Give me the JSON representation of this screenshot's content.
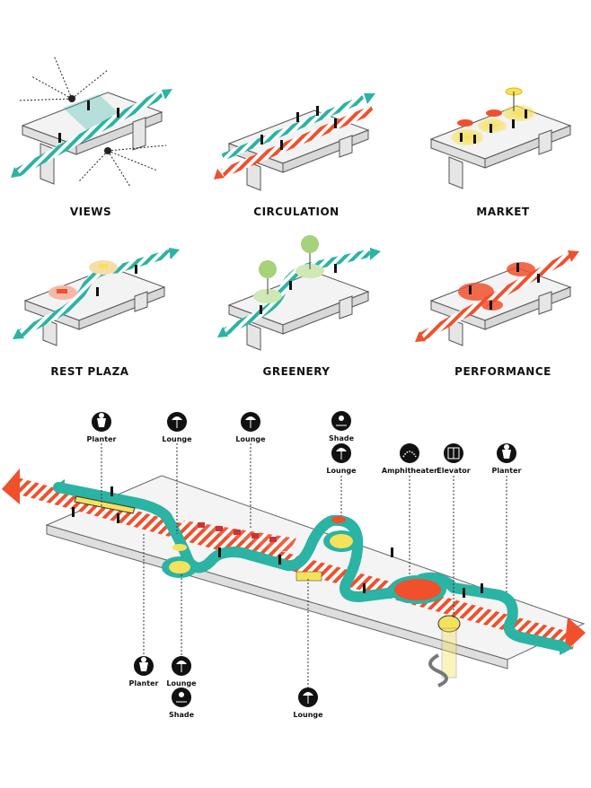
{
  "panels": [
    {
      "caption": "VIEWS"
    },
    {
      "caption": "CIRCULATION"
    },
    {
      "caption": "MARKET"
    },
    {
      "caption": "REST PLAZA"
    },
    {
      "caption": "GREENERY"
    },
    {
      "caption": "PERFORMANCE"
    }
  ],
  "plan_labels": {
    "planter_1": "Planter",
    "lounge_1": "Lounge",
    "lounge_2": "Lounge",
    "shade_1": "Shade",
    "lounge_3": "Lounge",
    "amphitheater": "Amphitheater",
    "elevator": "Elevator",
    "planter_2": "Planter",
    "planter_3": "Planter",
    "lounge_4": "Lounge",
    "shade_2": "Shade",
    "lounge_5": "Lounge"
  },
  "colors": {
    "teal": "#2bb3a4",
    "red": "#f0502c",
    "yellow": "#f6e25a",
    "green": "#a6d27a",
    "slab": "#eeeeee",
    "outline": "#555555"
  }
}
